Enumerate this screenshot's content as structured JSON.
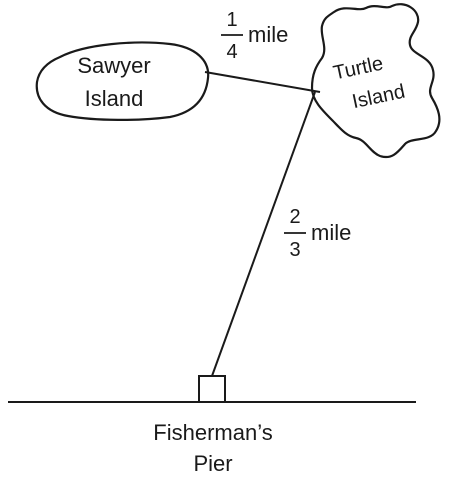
{
  "islands": {
    "sawyer": {
      "line1": "Sawyer",
      "line2": "Island"
    },
    "turtle": {
      "line1": "Turtle",
      "line2": "Island"
    }
  },
  "distances": {
    "sawyer_to_turtle": {
      "numerator": "1",
      "denominator": "4",
      "unit": "mile"
    },
    "turtle_to_pier": {
      "numerator": "2",
      "denominator": "3",
      "unit": "mile"
    }
  },
  "pier": {
    "line1": "Fisherman’s",
    "line2": "Pier"
  },
  "colors": {
    "ink": "#1a1a1a",
    "background": "#ffffff"
  }
}
